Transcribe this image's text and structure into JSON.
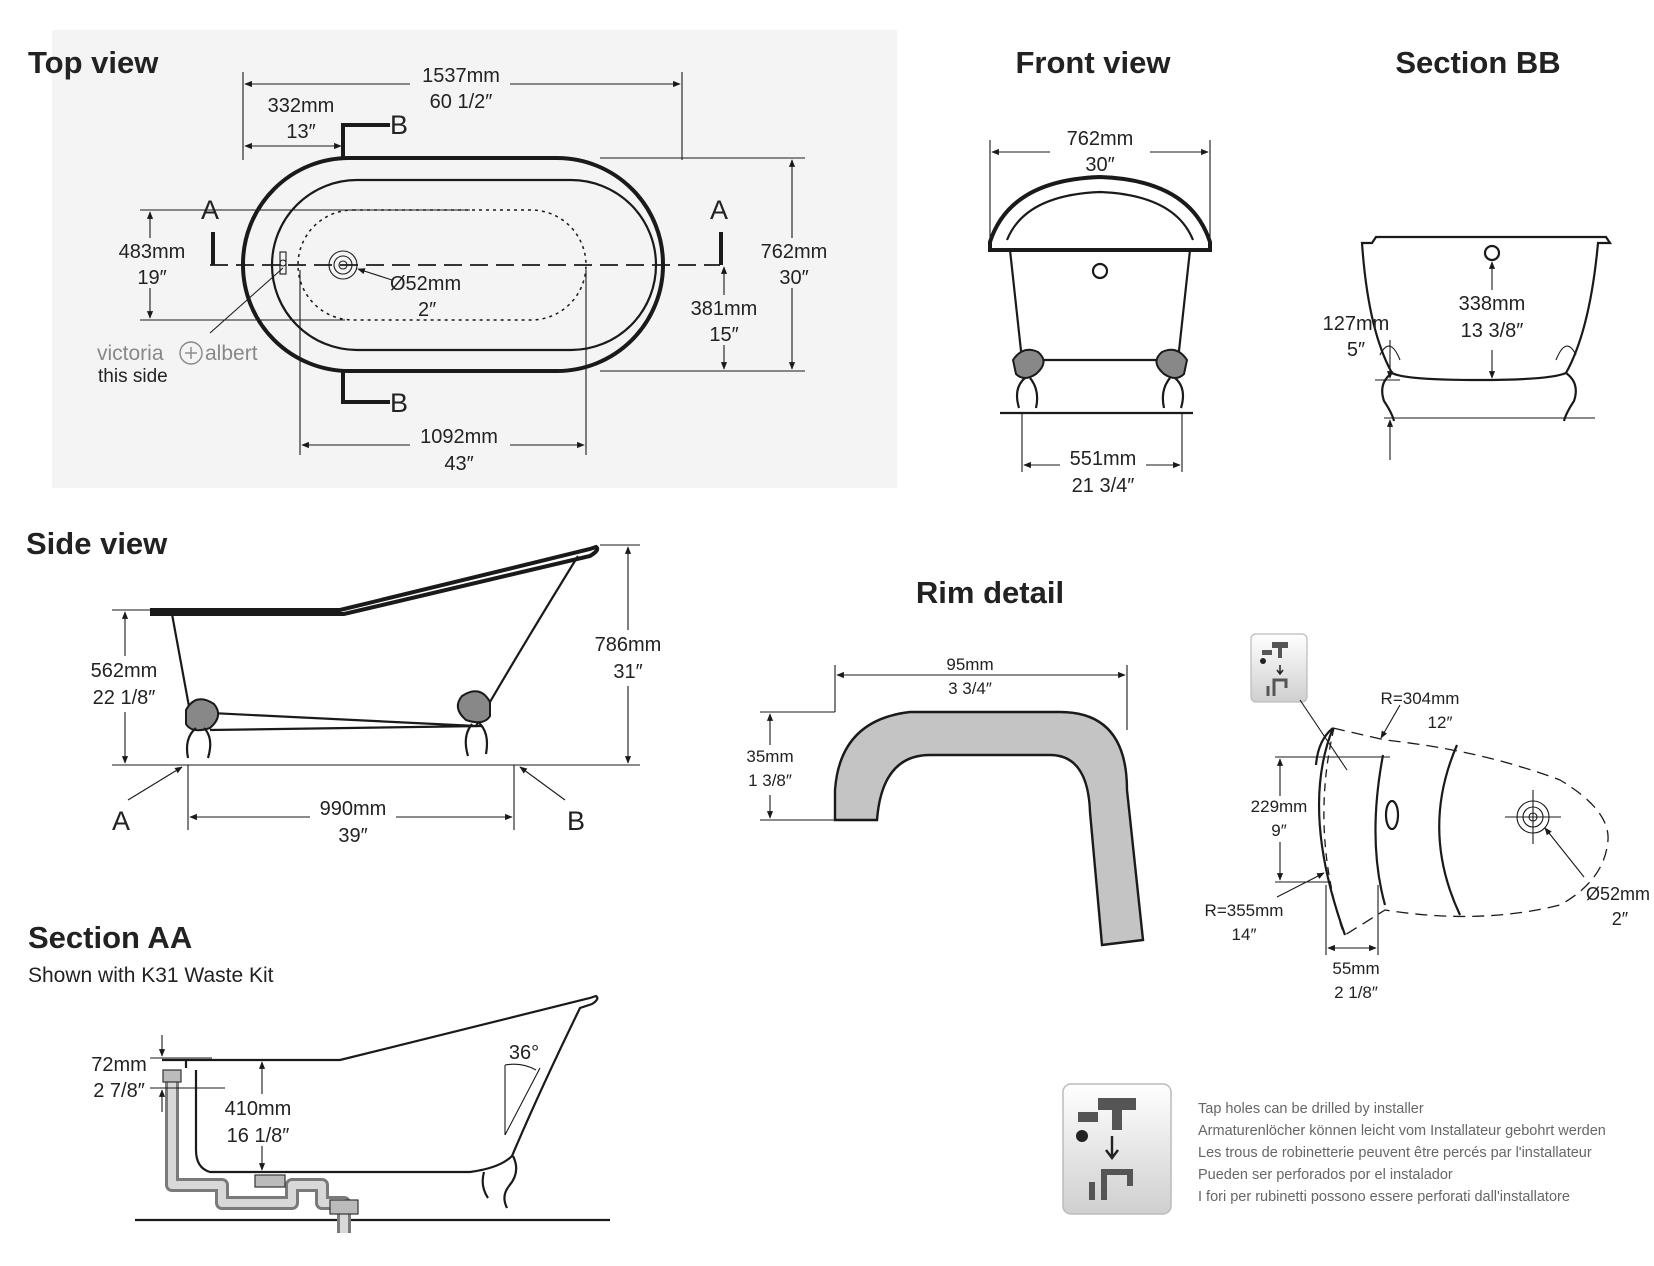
{
  "top_view": {
    "title": "Top view",
    "overall_length": {
      "mm": "1537mm",
      "in": "60 1/2″"
    },
    "waste_offset": {
      "mm": "332mm",
      "in": "13″"
    },
    "section_b_label": "B",
    "section_a_label": "A",
    "inner_width": {
      "mm": "483mm",
      "in": "19″"
    },
    "outer_width": {
      "mm": "762mm",
      "in": "30″"
    },
    "half_width": {
      "mm": "381mm",
      "in": "15″"
    },
    "waste_diameter": {
      "mm": "Ø52mm",
      "in": "2″"
    },
    "bottom_length": {
      "mm": "1092mm",
      "in": "43″"
    },
    "brand_left": "victoria",
    "brand_right": "albert",
    "brand_note": "this side"
  },
  "front_view": {
    "title": "Front view",
    "top_width": {
      "mm": "762mm",
      "in": "30″"
    },
    "feet_width": {
      "mm": "551mm",
      "in": "21 3/4″"
    }
  },
  "section_bb": {
    "title": "Section BB",
    "foot_height": {
      "mm": "127mm",
      "in": "5″"
    },
    "depth": {
      "mm": "338mm",
      "in": "13 3/8″"
    }
  },
  "side_view": {
    "title": "Side view",
    "low_height": {
      "mm": "562mm",
      "in": "22 1/8″"
    },
    "high_height": {
      "mm": "786mm",
      "in": "31″"
    },
    "feet_spacing": {
      "mm": "990mm",
      "in": "39″"
    },
    "label_a": "A",
    "label_b": "B"
  },
  "rim_detail": {
    "title": "Rim detail",
    "rim_width": {
      "mm": "95mm",
      "in": "3 3/4″"
    },
    "rim_height": {
      "mm": "35mm",
      "in": "1 3/8″"
    }
  },
  "tap_plan": {
    "radius_outer": {
      "mm": "R=304mm",
      "in": "12″"
    },
    "radius_inner": {
      "mm": "R=355mm",
      "in": "14″"
    },
    "height": {
      "mm": "229mm",
      "in": "9″"
    },
    "offset": {
      "mm": "55mm",
      "in": "2 1/8″"
    },
    "waste_diameter": {
      "mm": "Ø52mm",
      "in": "2″"
    }
  },
  "section_aa": {
    "title": "Section AA",
    "subtitle": "Shown with K31 Waste Kit",
    "overflow_height": {
      "mm": "72mm",
      "in": "2 7/8″"
    },
    "water_depth": {
      "mm": "410mm",
      "in": "16 1/8″"
    },
    "angle": "36°"
  },
  "tap_note": {
    "lines": [
      "Tap holes can be drilled by installer",
      "Armaturenlöcher können leicht vom Installateur gebohrt werden",
      "Les trous de robinetterie peuvent être percés par l'installateur",
      "Pueden ser perforados por el instalador",
      "I fori per rubinetti possono essere perforati dall'installatore"
    ]
  },
  "colors": {
    "line": "#1a1a1a",
    "rim_fill": "#c4c4c4",
    "panel_bg": "#f4f4f4",
    "note_text": "#666666"
  }
}
